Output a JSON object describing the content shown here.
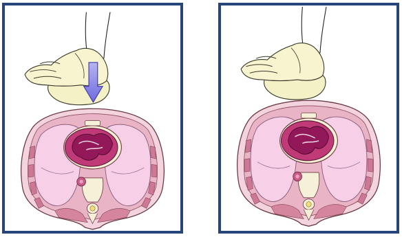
{
  "figure": {
    "panels": [
      {
        "state": "chest-compressed",
        "arrow": "downward-push"
      },
      {
        "state": "chest-released",
        "arrow": "none"
      }
    ],
    "colors": {
      "frame": "#26457a",
      "skin": "#f3d3de",
      "lung": "#f7cfe6",
      "heart_outer": "#c13a78",
      "heart_inner": "#92185a",
      "glove": "#f4f1c7",
      "arrow": "#8a86e6",
      "bone": "#f7f0d8"
    }
  }
}
